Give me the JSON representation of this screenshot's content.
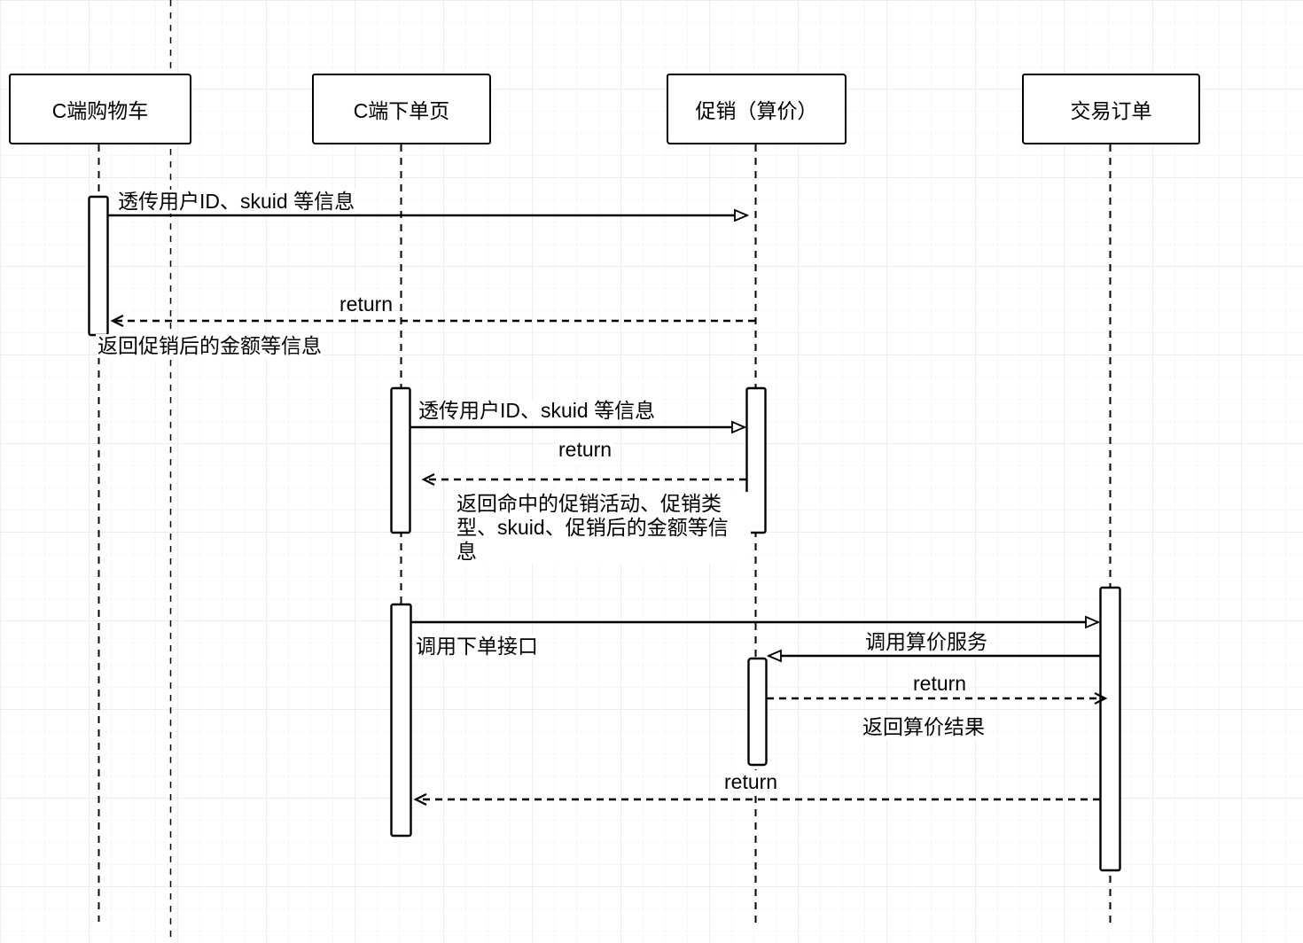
{
  "diagram": {
    "type": "sequence-diagram",
    "actors": [
      {
        "id": "cart",
        "label": "C端购物车"
      },
      {
        "id": "order-page",
        "label": "C端下单页"
      },
      {
        "id": "promotion",
        "label": "促销（算价）"
      },
      {
        "id": "trade-order",
        "label": "交易订单"
      }
    ],
    "messages": {
      "m1": {
        "from": "cart",
        "to": "promotion",
        "style": "solid",
        "label": "透传用户ID、skuid 等信息"
      },
      "r1": {
        "from": "promotion",
        "to": "cart",
        "style": "dashed",
        "label": "return",
        "note": "返回促销后的金额等信息"
      },
      "m2": {
        "from": "order-page",
        "to": "promotion",
        "style": "solid",
        "label": "透传用户ID、skuid 等信息"
      },
      "r2": {
        "from": "promotion",
        "to": "order-page",
        "style": "dashed",
        "label": "return",
        "note": "返回命中的促销活动、促销类\n型、skuid、促销后的金额等信\n息"
      },
      "m3": {
        "from": "order-page",
        "to": "trade-order",
        "style": "solid",
        "label": "调用下单接口"
      },
      "m4": {
        "from": "trade-order",
        "to": "promotion",
        "style": "solid",
        "label": "调用算价服务"
      },
      "r3": {
        "from": "promotion",
        "to": "trade-order",
        "style": "dashed",
        "label": "return",
        "note": "返回算价结果"
      },
      "r4": {
        "from": "trade-order",
        "to": "order-page",
        "style": "dashed",
        "label": "return"
      }
    },
    "colors": {
      "stroke": "#000000",
      "background": "#ffffff",
      "grid_minor": "#f8f8f8",
      "grid_major": "#ededed",
      "guide_line": "#b9b9b9"
    }
  }
}
